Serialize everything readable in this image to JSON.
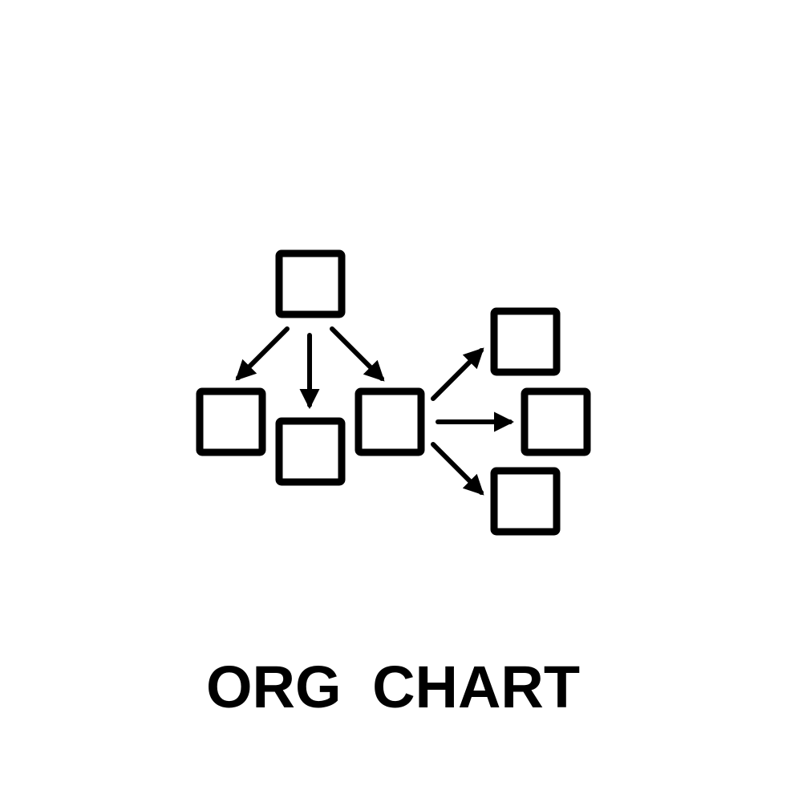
{
  "caption": "ORG  CHART",
  "colors": {
    "stroke": "#000000",
    "background": "#ffffff"
  },
  "diagram": {
    "icon": "org-chart-icon",
    "nodes": [
      "top-box",
      "left-box",
      "middle-box",
      "hub-box",
      "right-top-box",
      "right-middle-box",
      "right-bottom-box"
    ],
    "edges": [
      {
        "from": "top-box",
        "to": "left-box"
      },
      {
        "from": "top-box",
        "to": "middle-box"
      },
      {
        "from": "top-box",
        "to": "hub-box"
      },
      {
        "from": "hub-box",
        "to": "right-top-box"
      },
      {
        "from": "hub-box",
        "to": "right-middle-box"
      },
      {
        "from": "hub-box",
        "to": "right-bottom-box"
      }
    ]
  }
}
